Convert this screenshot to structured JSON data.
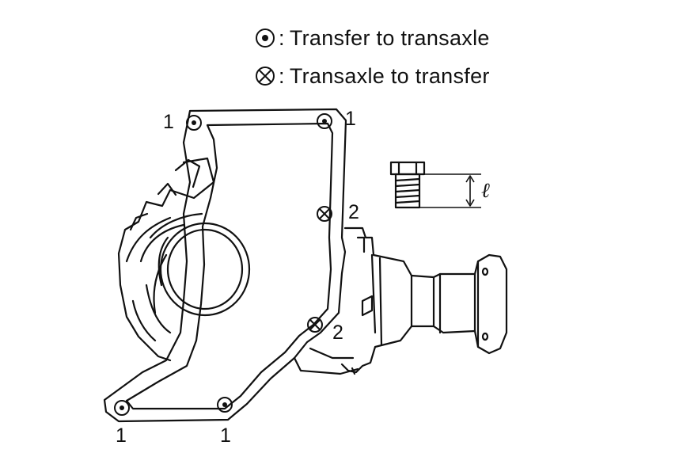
{
  "legend": {
    "items": [
      {
        "symbol": "dot-circle-icon",
        "separator": ":",
        "text": "Transfer to transaxle"
      },
      {
        "symbol": "cross-circle-icon",
        "separator": ":",
        "text": "Transaxle to transfer"
      }
    ]
  },
  "callouts": {
    "top_left": "1",
    "top_right": "1",
    "right_upper": "2",
    "right_lower": "2",
    "bottom_left": "1",
    "bottom_middle": "1"
  },
  "bolt_detail": {
    "length_label": "ℓ"
  },
  "colors": {
    "ink": "#111111",
    "paper": "#ffffff"
  }
}
